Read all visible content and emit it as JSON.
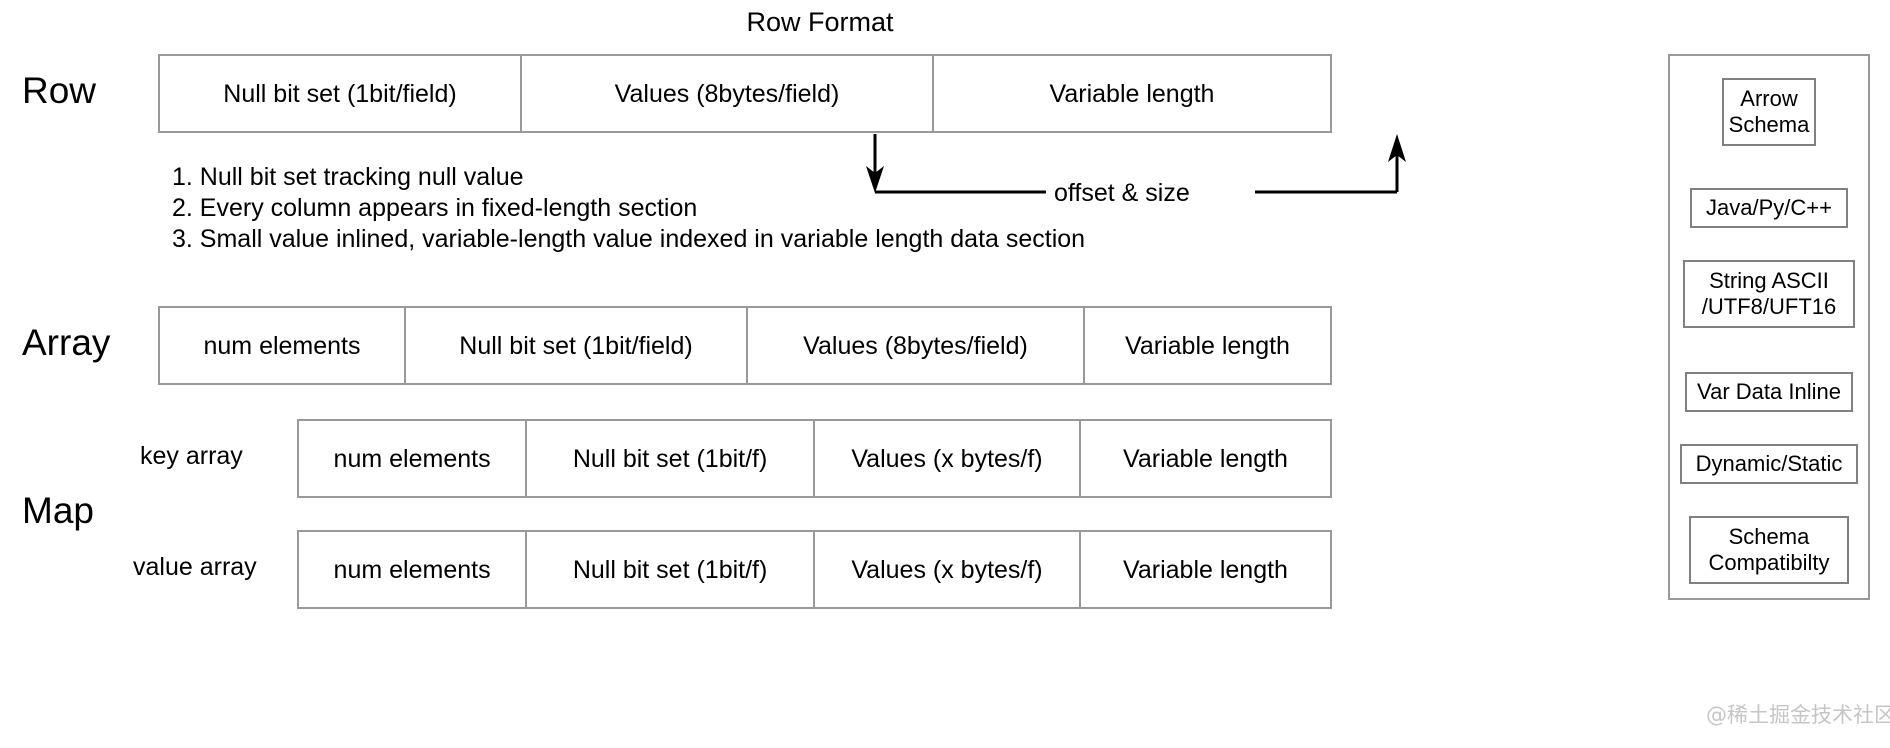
{
  "title": "Row Format",
  "labels": {
    "row": "Row",
    "array": "Array",
    "map": "Map",
    "key_array": "key array",
    "value_array": "value array",
    "offset_size": "offset & size"
  },
  "tables": {
    "row": {
      "name": "Row",
      "cells": [
        "Null bit set (1bit/field)",
        "Values (8bytes/field)",
        "Variable length"
      ]
    },
    "array": {
      "name": "Array",
      "cells": [
        "num elements",
        "Null bit set (1bit/field)",
        "Values (8bytes/field)",
        "Variable length"
      ]
    },
    "map_key": {
      "name": "key array",
      "cells": [
        "num elements",
        "Null bit set (1bit/f)",
        "Values (x bytes/f)",
        "Variable length"
      ]
    },
    "map_value": {
      "name": "value array",
      "cells": [
        "num elements",
        "Null bit set (1bit/f)",
        "Values (x bytes/f)",
        "Variable length"
      ]
    }
  },
  "notes": [
    "1. Null bit set tracking  null value",
    "2. Every column appears in fixed-length section",
    "3. Small value inlined, variable-length value indexed in variable length data section"
  ],
  "side_panel": {
    "items": [
      "Arrow\nSchema",
      "Java/Py/C++",
      "String ASCII\n/UTF8/UFT16",
      "Var Data Inline",
      "Dynamic/Static",
      "Schema\nCompatibilty"
    ]
  },
  "watermark": "@稀土掘金技术社区",
  "colors": {
    "border": "#999999",
    "chip_border": "#808080",
    "text": "#000000",
    "background": "#ffffff",
    "watermark": "#c6c6c6"
  }
}
